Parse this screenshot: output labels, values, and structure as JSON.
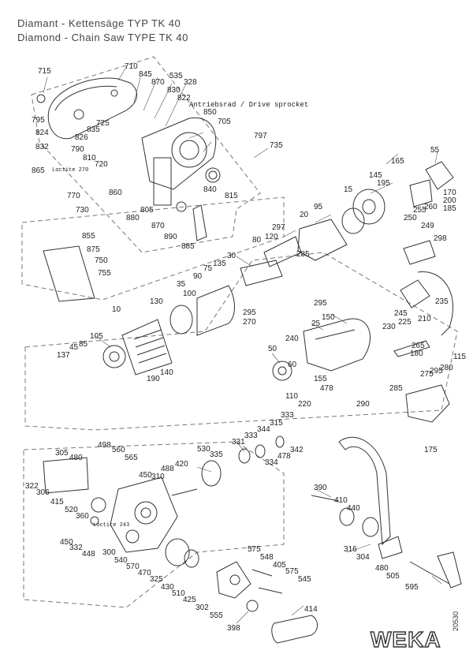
{
  "title_de": "Diamant - Kettensäge TYP TK 40",
  "title_en": "Diamond - Chain Saw TYPE TK 40",
  "annotation_sprocket": "Antriebsrad / Drive sprocket",
  "annotation_loctite_1": "Loctite 270",
  "annotation_loctite_2": "Loctite 243",
  "brand": "WEKA",
  "doc_number": "20530",
  "part_numbers": [
    "715",
    "710",
    "845",
    "870",
    "535",
    "328",
    "830",
    "822",
    "795",
    "824",
    "832",
    "725",
    "835",
    "826",
    "850",
    "705",
    "790",
    "810",
    "720",
    "865",
    "770",
    "860",
    "805",
    "730",
    "880",
    "870",
    "890",
    "840",
    "815",
    "797",
    "735",
    "885",
    "855",
    "875",
    "750",
    "755",
    "145",
    "165",
    "55",
    "195",
    "15",
    "95",
    "20",
    "170",
    "200",
    "185",
    "260",
    "250",
    "255",
    "249",
    "120",
    "297",
    "80",
    "30",
    "75",
    "90",
    "135",
    "285",
    "295",
    "298",
    "105",
    "85",
    "45",
    "137",
    "100",
    "35",
    "10",
    "130",
    "140",
    "190",
    "295",
    "270",
    "240",
    "25",
    "150",
    "230",
    "225",
    "210",
    "245",
    "235",
    "50",
    "60",
    "155",
    "115",
    "265",
    "180",
    "280",
    "295",
    "275",
    "285",
    "110",
    "220",
    "478",
    "290",
    "175",
    "305",
    "480",
    "322",
    "306",
    "498",
    "560",
    "565",
    "333",
    "315",
    "344",
    "333",
    "331",
    "342",
    "478",
    "334",
    "335",
    "530",
    "420",
    "488",
    "450",
    "310",
    "410",
    "440",
    "390",
    "415",
    "520",
    "360",
    "450",
    "332",
    "448",
    "300",
    "540",
    "570",
    "470",
    "325",
    "430",
    "510",
    "425",
    "302",
    "575",
    "548",
    "405",
    "575",
    "545",
    "555",
    "398",
    "414",
    "316",
    "304",
    "480",
    "505",
    "595"
  ],
  "colors": {
    "line": "#333333",
    "background": "#ffffff"
  }
}
